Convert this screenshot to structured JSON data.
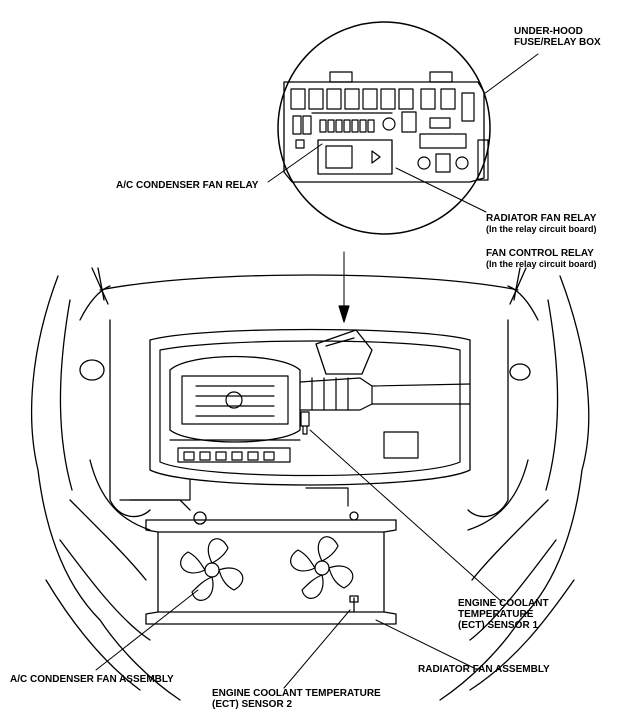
{
  "labels": {
    "fuse_box": [
      "UNDER-HOOD",
      "FUSE/RELAY BOX"
    ],
    "ac_fan_relay": "A/C CONDENSER FAN RELAY",
    "radiator_fan_relay": [
      "RADIATOR FAN RELAY",
      "(In the relay circuit board)"
    ],
    "fan_control_relay": [
      "FAN CONTROL RELAY",
      "(In the relay circuit board)"
    ],
    "ect_sensor_1": [
      "ENGINE COOLANT",
      "TEMPERATURE",
      "(ECT) SENSOR 1"
    ],
    "radiator_fan_assembly": "RADIATOR FAN ASSEMBLY",
    "ac_fan_assembly": "A/C CONDENSER FAN ASSEMBLY",
    "ect_sensor_2": [
      "ENGINE COOLANT TEMPERATURE",
      "(ECT) SENSOR 2"
    ]
  }
}
